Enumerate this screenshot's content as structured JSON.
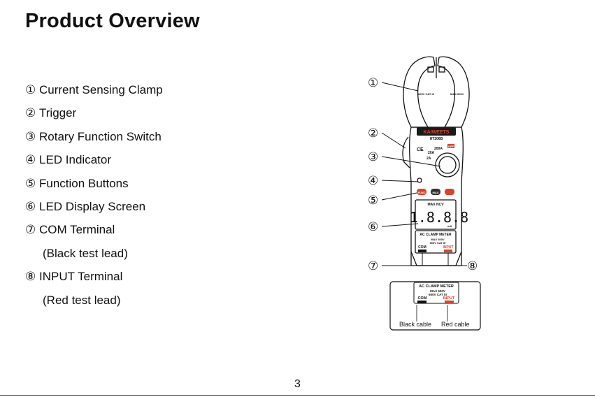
{
  "page": {
    "title": "Product Overview",
    "page_number": "3"
  },
  "parts": [
    {
      "num": "①",
      "label": "Current Sensing Clamp"
    },
    {
      "num": "②",
      "label": "Trigger"
    },
    {
      "num": "③",
      "label": "Rotary Function Switch"
    },
    {
      "num": "④",
      "label": "LED Indicator"
    },
    {
      "num": "⑤",
      "label": "Function Buttons"
    },
    {
      "num": "⑥",
      "label": "LED Display Screen"
    },
    {
      "num": "⑦",
      "label": "COM Terminal"
    },
    {
      "num": "",
      "label": "(Black test lead)"
    },
    {
      "num": "⑧",
      "label": "INPUT Terminal"
    },
    {
      "num": "",
      "label": "(Red test lead)"
    }
  ],
  "callouts": [
    "①",
    "②",
    "③",
    "④",
    "⑤",
    "⑥",
    "⑦",
    "⑧"
  ],
  "device": {
    "brand": "KAIWEETS",
    "model": "HT206B",
    "panel_title": "AC CLAMP METER",
    "rating_line1": "MAX 600V",
    "rating_line2": "600V CAT III",
    "com_label": "COM",
    "input_label": "INPUT",
    "func_button": "FUNC",
    "max_button": "MAX",
    "ce_mark": "CE",
    "display_digits": "1.8.8.8",
    "display_top": "MAX NCV",
    "display_bottom": "mA",
    "range_200a": "200A",
    "range_20a": "20A",
    "range_2a": "2A",
    "range_off": "OFF",
    "clamp_left": "600V CAT III",
    "clamp_right": "MAX 600V"
  },
  "inset": {
    "panel_title": "AC CLAMP METER",
    "rating_line1": "MAX 600V",
    "rating_line2": "600V CAT III",
    "com_label": "COM",
    "input_label": "INPUT",
    "black_cable": "Black cable",
    "red_cable": "Red cable"
  },
  "colors": {
    "accent_red": "#d8442b",
    "text": "#111111"
  }
}
